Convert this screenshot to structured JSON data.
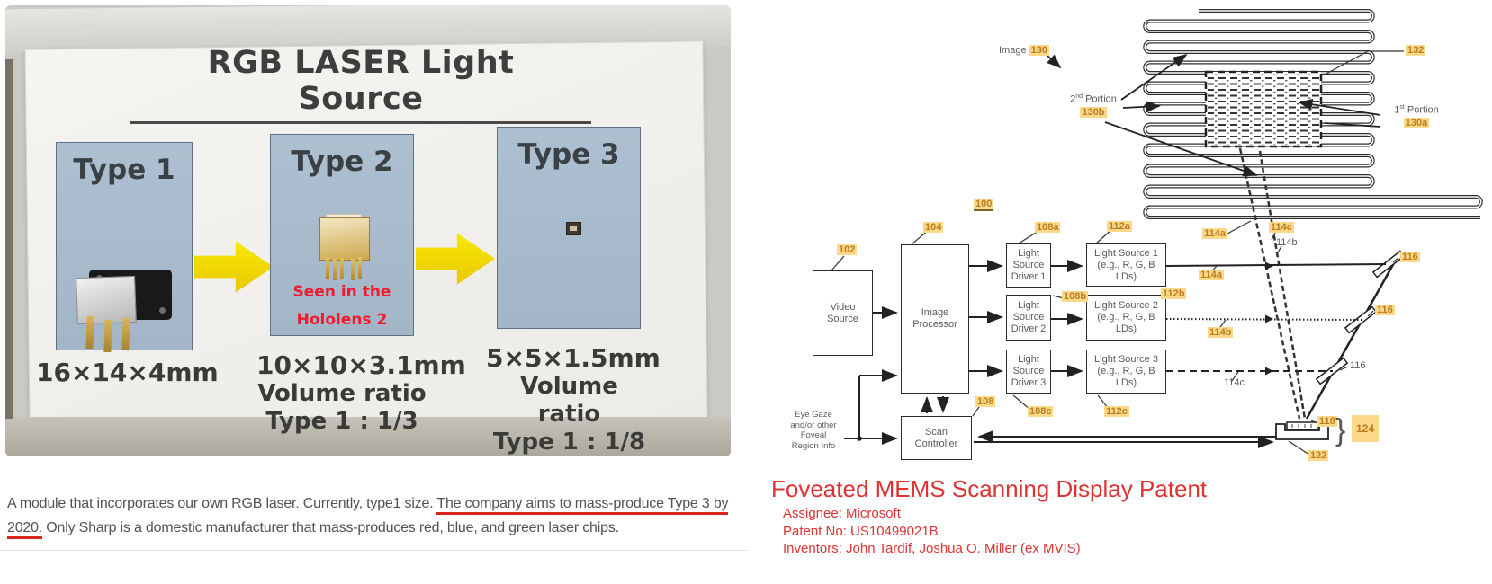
{
  "left_photo": {
    "title": "RGB LASER Light Source",
    "panels": [
      {
        "type_label": "Type 1",
        "size": "16×14×4mm"
      },
      {
        "type_label": "Type 2",
        "size": "10×10×3.1mm",
        "volume_label": "Volume ratio",
        "ratio_label": "Type 1 : 1/3",
        "annotation_line1": "Seen in the",
        "annotation_line2": "Hololens 2"
      },
      {
        "type_label": "Type 3",
        "size": "5×5×1.5mm",
        "volume_label": "Volume ratio",
        "ratio_label": "Type 1 : 1/8"
      }
    ],
    "caption": {
      "line1_normal": "A module that incorporates our own RGB laser. Currently, type1 size. ",
      "line1_underlined": "The company aims to mass-produce Type 3 by",
      "line2_underlined": "2020.",
      "line2_normal": " Only Sharp is a domestic manufacturer that mass-produces red, blue, and green laser chips."
    }
  },
  "patent": {
    "blocks": {
      "video_source": "Video Source",
      "image_processor": "Image Processor",
      "driver1": "Light Source Driver 1",
      "driver2": "Light Source Driver 2",
      "driver3": "Light Source Driver 3",
      "light_source1": "Light Source 1 (e.g., R, G, B LDs)",
      "light_source2": "Light Source 2 (e.g., R, G, B LDs)",
      "light_source3": "Light Source 3 (e.g., R, G, B LDs)",
      "scan_controller": "Scan Controller"
    },
    "labels": {
      "image": "Image",
      "portion1_num": "1",
      "portion1_sup": "st",
      "portion1_word": "Portion",
      "portion2_num": "2",
      "portion2_sup": "nd",
      "portion2_word": "Portion",
      "eye_gaze_1": "Eye Gaze",
      "eye_gaze_2": "and/or other",
      "eye_gaze_3": "Foveal",
      "eye_gaze_4": "Region Info",
      "brace": "}"
    },
    "refs": {
      "n100": "100",
      "n102": "102",
      "n104": "104",
      "n108": "108",
      "n108a": "108a",
      "n108b": "108b",
      "n108c": "108c",
      "n112a": "112a",
      "n112b": "112b",
      "n112c": "112c",
      "n114a": "114a",
      "n114b": "114b",
      "n114c": "114c",
      "n116": "116",
      "n118": "118",
      "n122": "122",
      "n124": "124",
      "n130": "130",
      "n130a": "130a",
      "n130b": "130b",
      "n132": "132"
    },
    "caption": {
      "title": "Foveated MEMS Scanning Display Patent",
      "assignee": "Assignee: Microsoft",
      "patent_no": "Patent No: US10499021B",
      "inventors": "Inventors: John Tardif, Joshua O. Miller (ex MVIS)"
    }
  },
  "colors": {
    "panel_blue": "#aabdce",
    "arrow_yellow": "#f2d900",
    "annotation_red": "#ee1c2e",
    "underline_red": "#d9261e",
    "patent_red": "#dc3333",
    "highlight_bg": "#fbd88a",
    "highlight_text": "#bd7d1d"
  }
}
